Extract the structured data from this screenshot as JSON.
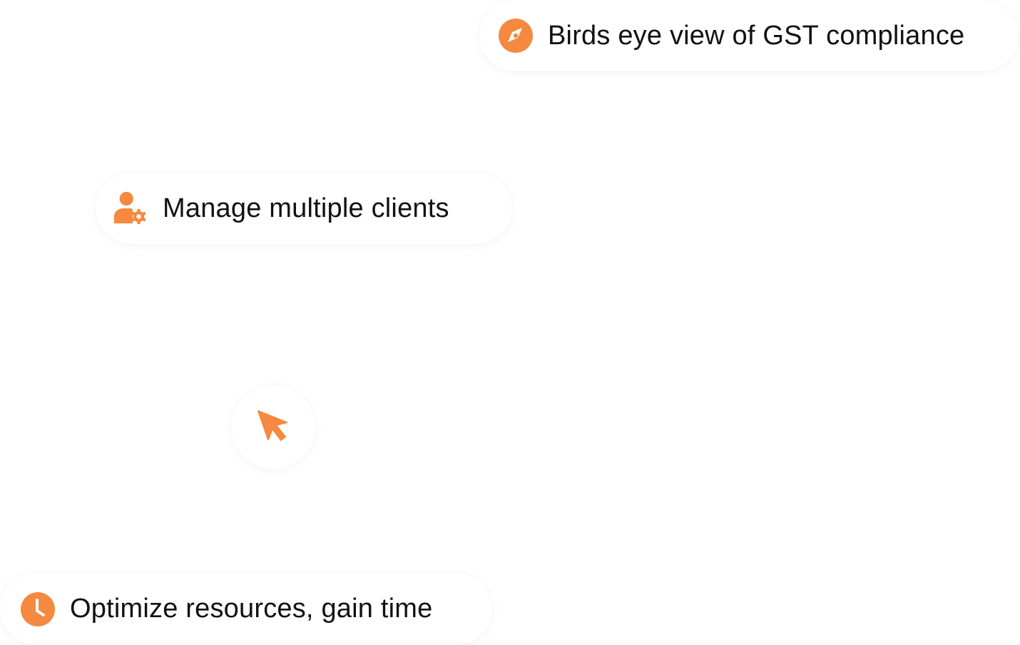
{
  "colors": {
    "accent": "#F4893F",
    "text": "#111111",
    "background": "#FFFFFF"
  },
  "features": [
    {
      "label": "Birds eye view of GST compliance",
      "icon": "compass-icon"
    },
    {
      "label": "Manage multiple clients",
      "icon": "user-gear-icon"
    },
    {
      "label": "Optimize resources, gain time",
      "icon": "clock-icon"
    }
  ],
  "cursor": {
    "icon": "cursor-arrow-icon"
  }
}
